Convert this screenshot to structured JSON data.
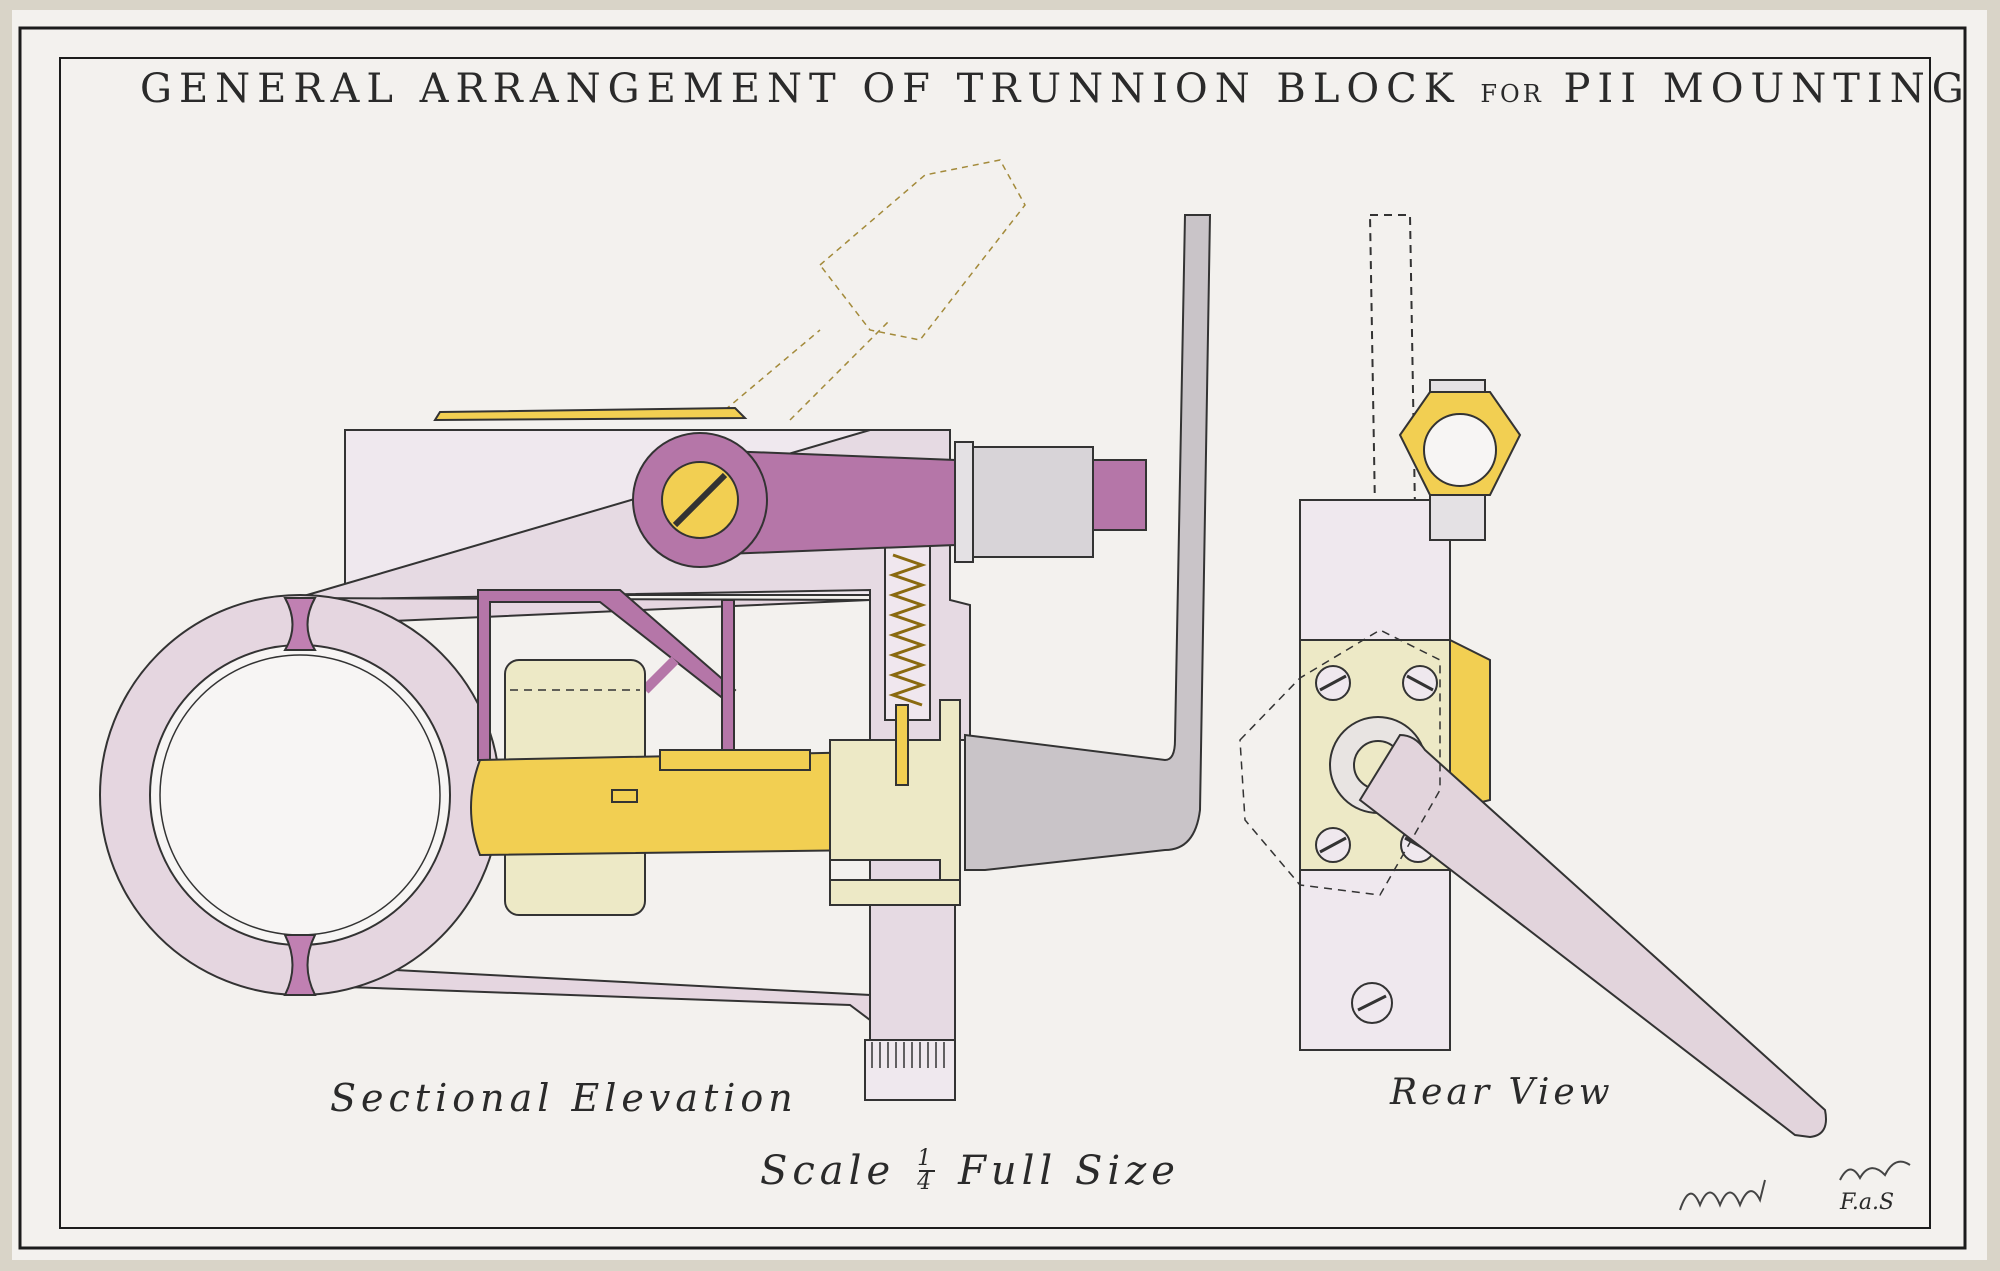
{
  "title": {
    "main": "GENERAL ARRANGEMENT OF TRUNNION BLOCK",
    "connector": "FOR",
    "end": "PII MOUNTING"
  },
  "views": {
    "sectional": "Sectional Elevation",
    "rear": "Rear View"
  },
  "scale": {
    "word": "Scale",
    "numerator": "1",
    "denominator": "4",
    "suffix": "Full Size"
  },
  "initials": "F.a.S",
  "colors": {
    "paper": "#f3f1ee",
    "border": "#1c1c1c",
    "pink": "#e2d4dc",
    "magenta": "#b572a8",
    "yellow": "#f2cf52",
    "cream": "#ede9c6",
    "grey": "#c9c4c8",
    "ink": "#2a2a2a"
  }
}
